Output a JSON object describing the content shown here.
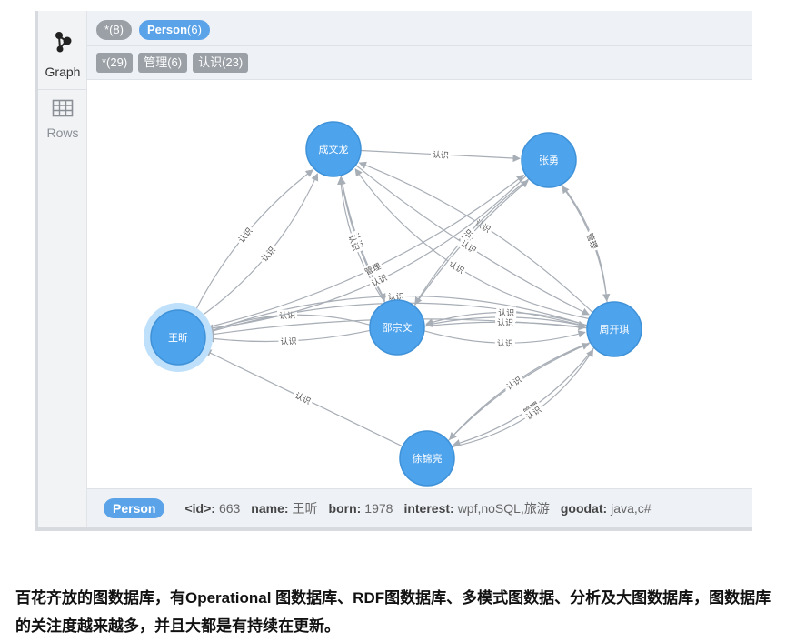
{
  "sidebar": {
    "graph_label": "Graph",
    "rows_label": "Rows"
  },
  "header": {
    "node_filters": [
      {
        "label": "*",
        "count": "(8)"
      },
      {
        "label": "Person",
        "count": "(6)"
      }
    ],
    "rel_filters": [
      {
        "label": "*(29)"
      },
      {
        "label": "管理(6)"
      },
      {
        "label": "认识(23)"
      }
    ]
  },
  "graph": {
    "node_color": "#4da3ec",
    "edge_color": "#a8aeb6",
    "nodes": [
      {
        "id": "cwl",
        "label": "成文龙"
      },
      {
        "id": "zy",
        "label": "张勇"
      },
      {
        "id": "wx",
        "label": "王昕"
      },
      {
        "id": "tzw",
        "label": "邵宗文"
      },
      {
        "id": "zkq",
        "label": "周开琪"
      },
      {
        "id": "xjl",
        "label": "徐锦亮"
      }
    ],
    "edges": [
      {
        "from": "cwl",
        "to": "zy",
        "label": "认识"
      },
      {
        "from": "zkq",
        "label": "认识",
        "to": "cwl"
      },
      {
        "from": "wx",
        "to": "cwl",
        "label": "认识"
      },
      {
        "from": "wx",
        "to": "cwl",
        "label": "认识"
      },
      {
        "from": "tzw",
        "to": "cwl",
        "label": "认识"
      },
      {
        "from": "cwl",
        "to": "tzw",
        "label": "认识"
      },
      {
        "from": "tzw",
        "to": "cwl",
        "label": "认识"
      },
      {
        "from": "wx",
        "to": "zy",
        "label": "管理"
      },
      {
        "from": "tzw",
        "to": "zy",
        "label": "认识"
      },
      {
        "from": "zy",
        "to": "tzw",
        "label": "认识"
      },
      {
        "from": "zy",
        "to": "zkq",
        "label": "认识"
      },
      {
        "from": "zkq",
        "to": "zy",
        "label": "管理"
      },
      {
        "from": "cwl",
        "to": "zkq",
        "label": "认识"
      },
      {
        "from": "tzw",
        "to": "wx",
        "label": "认识"
      },
      {
        "from": "zkq",
        "to": "wx",
        "label": "认识"
      },
      {
        "from": "wx",
        "to": "zkq",
        "label": "管理"
      },
      {
        "from": "zkq",
        "to": "tzw",
        "label": "管理"
      },
      {
        "from": "tzw",
        "to": "zkq",
        "label": "认识"
      },
      {
        "from": "zkq",
        "to": "wx",
        "label": "认识"
      },
      {
        "from": "xjl",
        "to": "wx",
        "label": "认识"
      },
      {
        "from": "xjl",
        "to": "zkq",
        "label": "认识"
      },
      {
        "from": "zkq",
        "to": "xjl",
        "label": "认识"
      },
      {
        "from": "zkq",
        "to": "xjl",
        "label": "管理"
      },
      {
        "from": "tzw",
        "to": "zkq",
        "label": "认识"
      },
      {
        "from": "tzw",
        "to": "wx",
        "label": "认识"
      },
      {
        "from": "zy",
        "to": "wx",
        "label": "认识"
      },
      {
        "from": "xjl",
        "to": "zkq",
        "label": "认识"
      },
      {
        "from": "zkq",
        "to": "cwl",
        "label": "认识"
      },
      {
        "from": "zkq",
        "to": "tzw",
        "label": "认识"
      }
    ]
  },
  "footer": {
    "label": "Person",
    "props": [
      {
        "key": "<id>:",
        "value": "663"
      },
      {
        "key": "name:",
        "value": "王昕"
      },
      {
        "key": "born:",
        "value": "1978"
      },
      {
        "key": "interest:",
        "value": "wpf,noSQL,旅游"
      },
      {
        "key": "goodat:",
        "value": "java,c#"
      }
    ]
  },
  "caption": "百花齐放的图数据库，有Operational 图数据库、RDF图数据库、多模式图数据、分析及大图数据库，图数据库的关注度越来越多，并且大都是有持续在更新。"
}
